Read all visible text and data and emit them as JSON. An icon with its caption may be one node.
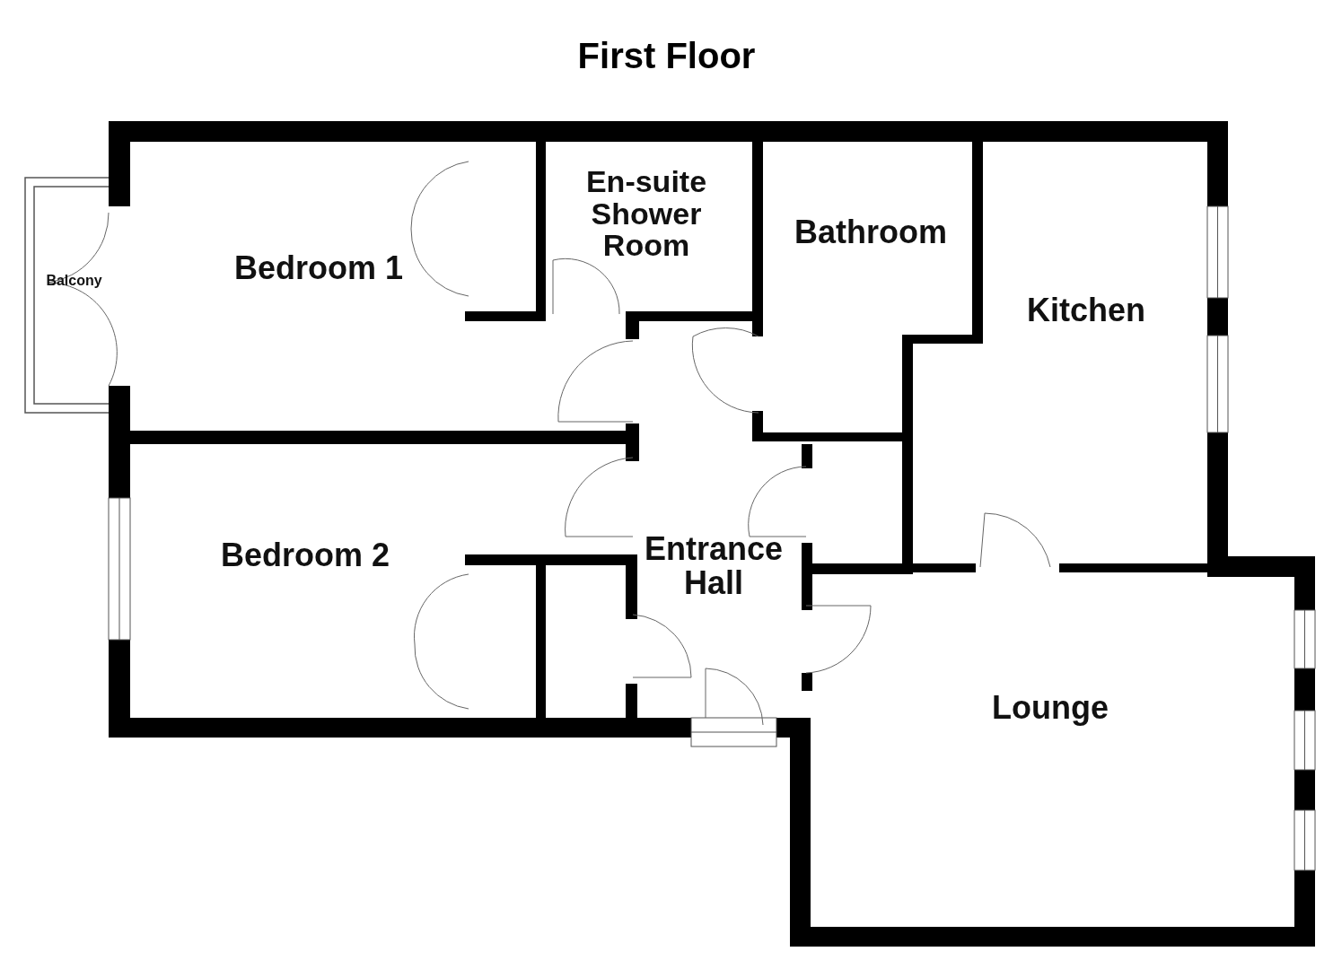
{
  "diagram": {
    "title": "First Floor",
    "nodes": [
      {
        "text": [
          "Balcony"
        ]
      },
      {
        "text": [
          "Bedroom 1"
        ]
      },
      {
        "text": [
          "En-suite Shower Room"
        ]
      },
      {
        "text": [
          "Bathroom"
        ]
      },
      {
        "text": [
          "Kitchen"
        ]
      },
      {
        "text": [
          "Bedroom 2"
        ]
      },
      {
        "text": [
          "Entrance Hall"
        ]
      },
      {
        "text": [
          "Lounge"
        ]
      }
    ]
  }
}
